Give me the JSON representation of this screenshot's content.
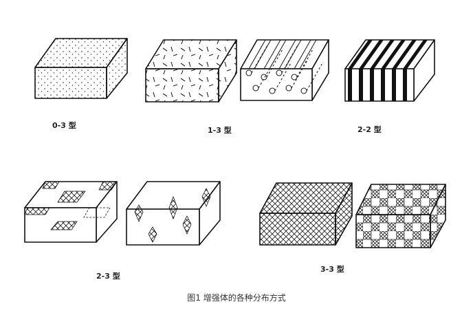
{
  "figure": {
    "caption": "图1 增强体的各种分布方式",
    "labels": {
      "type_0_3": "0-3 型",
      "type_1_3": "1-3 型",
      "type_2_2": "2-2 型",
      "type_2_3": "2-3 型",
      "type_3_3": "3-3 型"
    }
  }
}
